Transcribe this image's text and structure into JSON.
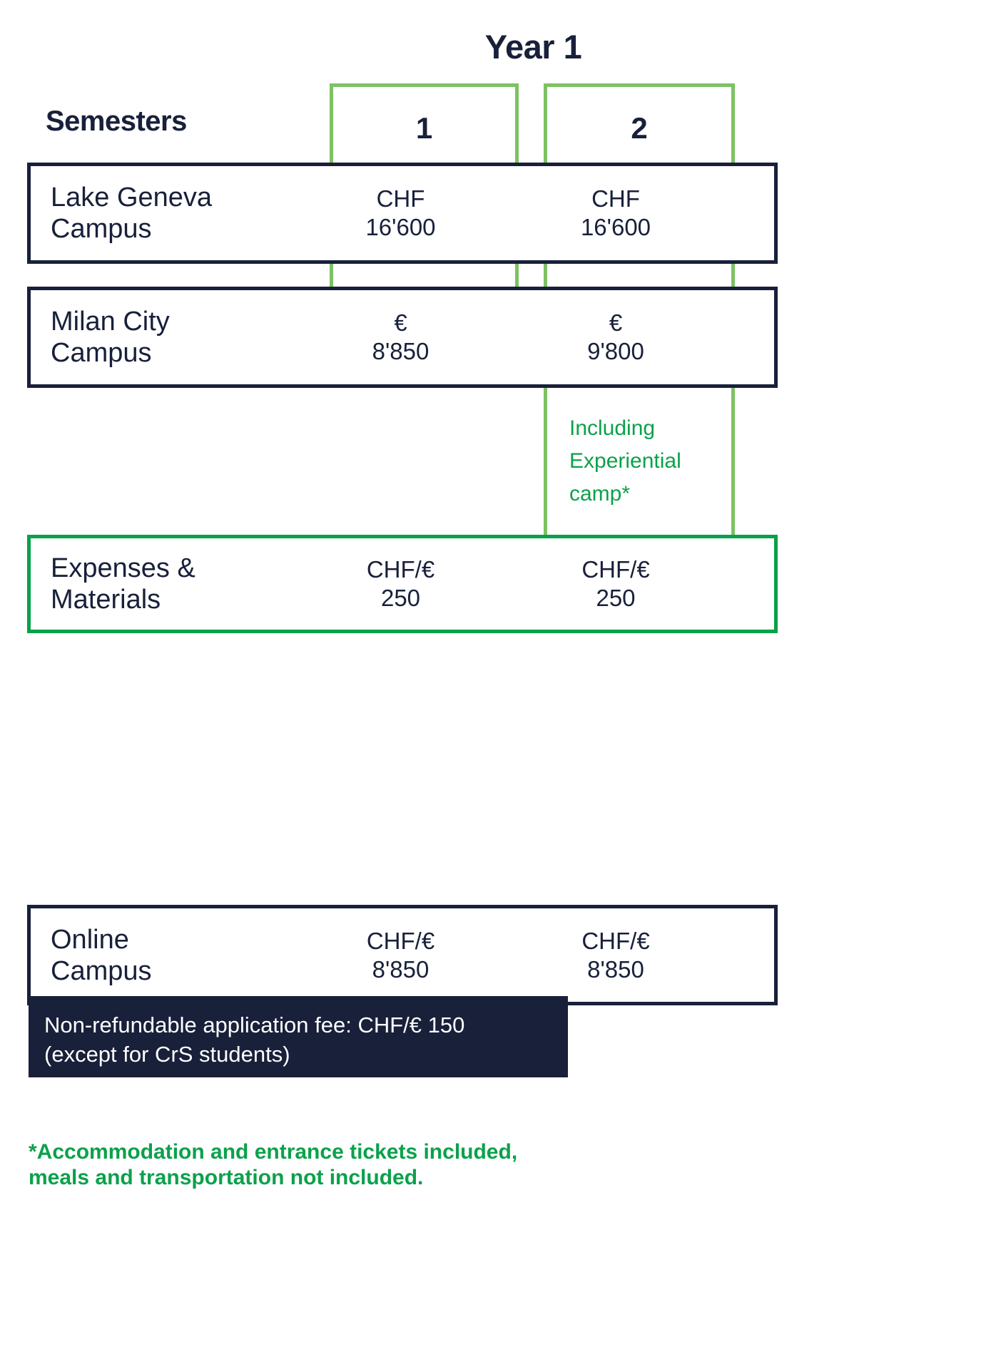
{
  "title": "Year 1",
  "header": {
    "semesters_label": "Semesters",
    "columns": [
      {
        "id": "sem1",
        "label": "1"
      },
      {
        "id": "sem2",
        "label": "2"
      }
    ]
  },
  "rows": [
    {
      "id": "lake-geneva-campus",
      "label": "Lake Geneva\nCampus",
      "style": "navy",
      "sem1": "CHF\n16'600",
      "sem2": "CHF\n16'600"
    },
    {
      "id": "milan-city-campus",
      "label": "Milan City\nCampus",
      "style": "navy",
      "sem1": "€\n8'850",
      "sem2": "€\n9'800"
    },
    {
      "id": "expenses-materials",
      "label": "Expenses &\nMaterials",
      "style": "green",
      "sem1": "CHF/€\n250",
      "sem2": "CHF/€\n250"
    },
    {
      "id": "online-campus",
      "label": "Online\nCampus",
      "style": "navy",
      "sem1": "CHF/€\n8'850",
      "sem2": "CHF/€\n8'850"
    }
  ],
  "annotations": {
    "experiential_camp": "Including Experiential camp*"
  },
  "banner": {
    "text": "Non-refundable application fee: CHF/€ 150\n(except for CrS students)"
  },
  "footnote": {
    "text": "*Accommodation and entrance tickets included,\nmeals and transportation not included."
  },
  "colors": {
    "navy": "#18203a",
    "light_green": "#7dc163",
    "green": "#0ba14b",
    "box_green": "#06a14a",
    "white": "#ffffff"
  }
}
